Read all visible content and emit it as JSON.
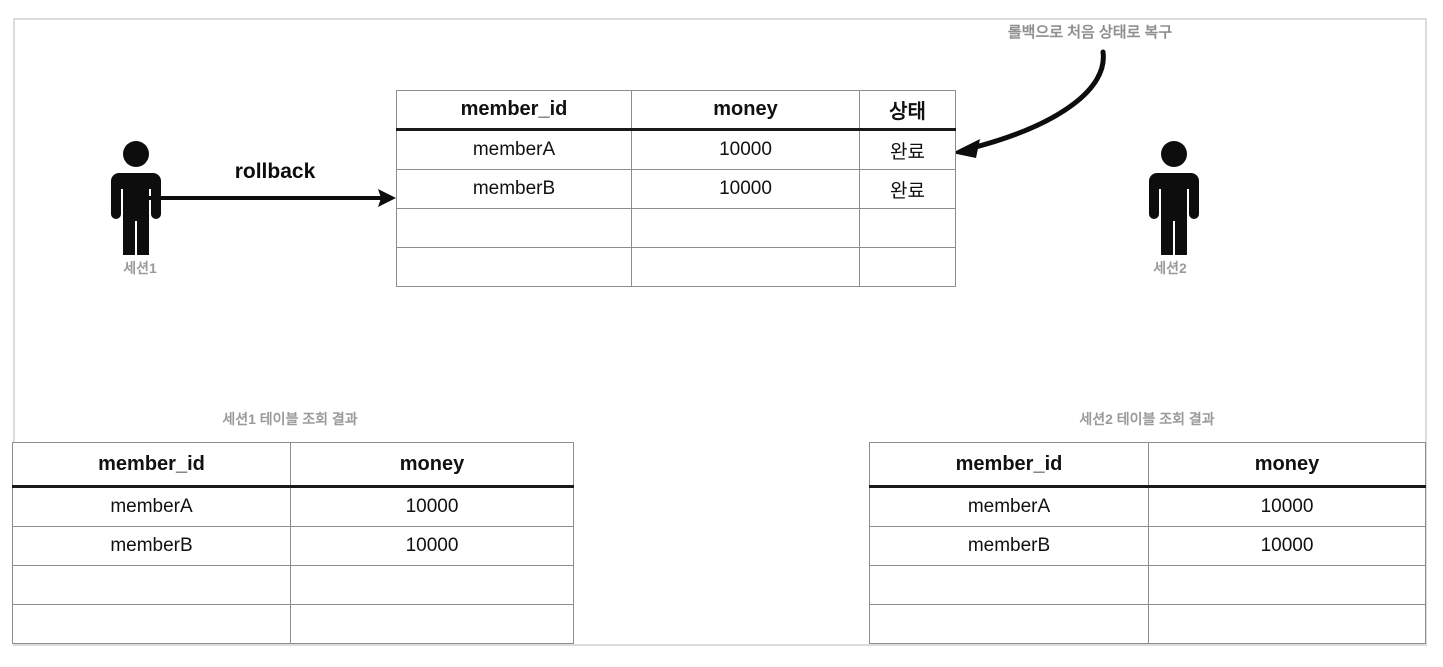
{
  "diagram": {
    "annotation": "롤백으로 처음 상태로 복구",
    "rollback_label": "rollback",
    "session1_label": "세션1",
    "session2_label": "세션2",
    "person_icon": "person-icon"
  },
  "main_table": {
    "headers": [
      "member_id",
      "money",
      "상태"
    ],
    "rows": [
      {
        "member_id": "memberA",
        "money": "10000",
        "status": "완료"
      },
      {
        "member_id": "memberB",
        "money": "10000",
        "status": "완료"
      },
      {
        "member_id": "",
        "money": "",
        "status": ""
      },
      {
        "member_id": "",
        "money": "",
        "status": ""
      }
    ]
  },
  "left_table": {
    "caption": "세션1 테이블 조회 결과",
    "headers": [
      "member_id",
      "money"
    ],
    "rows": [
      {
        "member_id": "memberA",
        "money": "10000"
      },
      {
        "member_id": "memberB",
        "money": "10000"
      },
      {
        "member_id": "",
        "money": ""
      },
      {
        "member_id": "",
        "money": ""
      }
    ]
  },
  "right_table": {
    "caption": "세션2 테이블 조회 결과",
    "headers": [
      "member_id",
      "money"
    ],
    "rows": [
      {
        "member_id": "memberA",
        "money": "10000"
      },
      {
        "member_id": "memberB",
        "money": "10000"
      },
      {
        "member_id": "",
        "money": ""
      },
      {
        "member_id": "",
        "money": ""
      }
    ]
  },
  "colors": {
    "frame": "#dcdcdc",
    "table_border": "#8d8d8d",
    "header_rule": "#1a1a1a",
    "muted_text": "#9a9a9a",
    "ink": "#111111"
  }
}
